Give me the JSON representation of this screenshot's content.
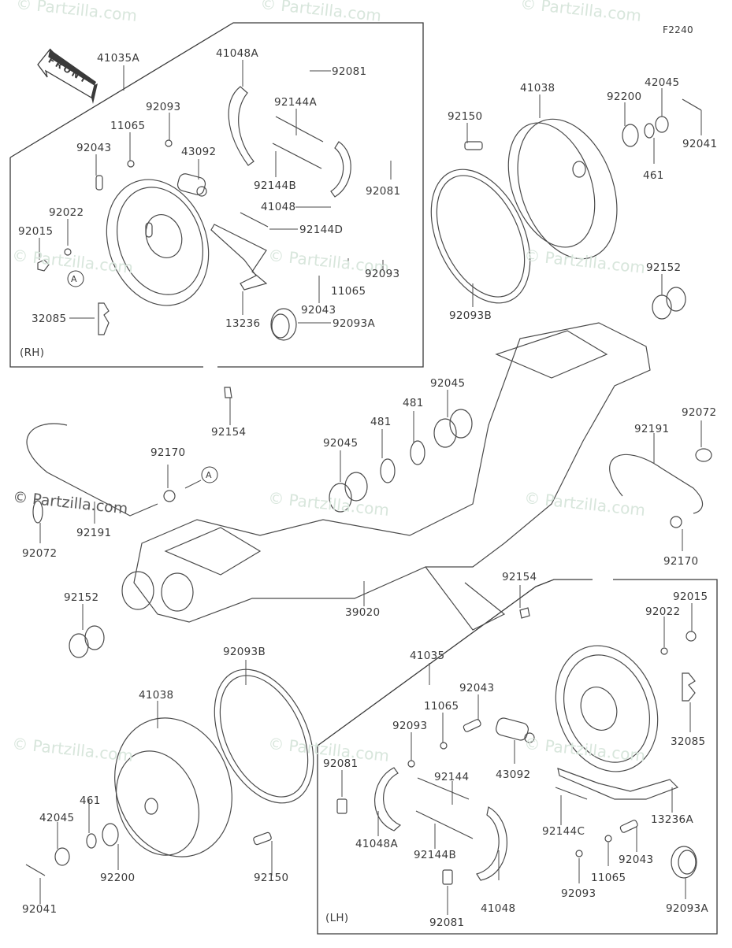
{
  "diagram": {
    "code": "F2240",
    "front_arrow_label": "FRONT",
    "watermark": "© Partzilla.com",
    "sections": {
      "rh": {
        "label": "(RH)",
        "assembly": "41035A"
      },
      "lh": {
        "label": "(LH)",
        "assembly": "41035"
      }
    },
    "ref_marker": "A",
    "rh_parts": {
      "p41035A": "41035A",
      "p41048A": "41048A",
      "p92081a": "92081",
      "p92093": "92093",
      "p11065": "11065",
      "p92144A": "92144A",
      "p92043": "92043",
      "p43092": "43092",
      "p92144B": "92144B",
      "p92081b": "92081",
      "p41048": "41048",
      "p92022": "92022",
      "p92015": "92015",
      "p92144D": "92144D",
      "p92093b": "92093",
      "p11065b": "11065",
      "p92043b": "92043",
      "p32085": "32085",
      "p13236": "13236",
      "p92093A": "92093A"
    },
    "rh_hub_parts": {
      "p41038": "41038",
      "p92150": "92150",
      "p92200": "92200",
      "p42045": "42045",
      "p461": "461",
      "p92041": "92041",
      "p92093B": "92093B",
      "p92152": "92152"
    },
    "axle_parts": {
      "p92154a": "92154",
      "p92045a": "92045",
      "p481a": "481",
      "p481b": "481",
      "p92045b": "92045",
      "p92170a": "92170",
      "p92191a": "92191",
      "p92072a": "92072",
      "p92152": "92152",
      "p39020": "39020",
      "p92072b": "92072",
      "p92191b": "92191",
      "p92170b": "92170",
      "p92154b": "92154"
    },
    "lh_parts": {
      "p92015": "92015",
      "p92022": "92022",
      "p32085": "32085",
      "p41035": "41035",
      "p92043a": "92043",
      "p11065a": "11065",
      "p92093a": "92093",
      "p92081a": "92081",
      "p43092": "43092",
      "p92144": "92144",
      "p92144C": "92144C",
      "p13236A": "13236A",
      "p41048A": "41048A",
      "p92144B": "92144B",
      "p92043b": "92043",
      "p11065b": "11065",
      "p92093b": "92093",
      "p41048": "41048",
      "p92081b": "92081",
      "p92093A": "92093A"
    },
    "lh_hub_parts": {
      "p92093B": "92093B",
      "p41038": "41038",
      "p461": "461",
      "p42045": "42045",
      "p92200": "92200",
      "p92150": "92150",
      "p92041": "92041"
    }
  }
}
